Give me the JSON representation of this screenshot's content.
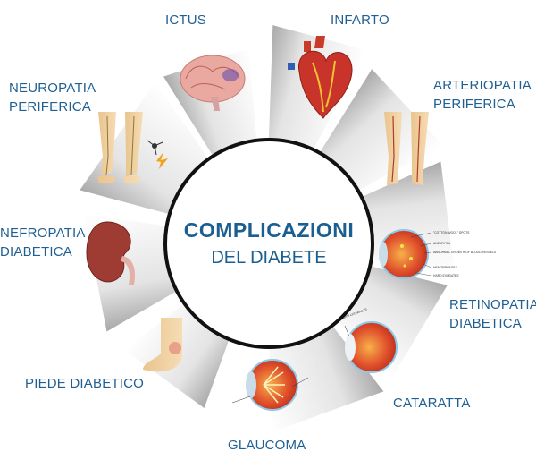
{
  "title": {
    "line1": "COMPLICAZIONI",
    "line2": "DEL DIABETE"
  },
  "complications": [
    {
      "id": "ictus",
      "label": "ICTUS",
      "icon": "brain-icon"
    },
    {
      "id": "infarto",
      "label": "INFARTO",
      "icon": "heart-icon"
    },
    {
      "id": "arteriopatia",
      "label_lines": [
        "ARTERIOPATIA",
        "PERIFERICA"
      ],
      "icon": "legs-arteries-icon"
    },
    {
      "id": "retinopatia",
      "label_lines": [
        "RETINOPATIA",
        "DIABETICA"
      ],
      "icon": "retina-eye-icon"
    },
    {
      "id": "cataratta",
      "label": "CATARATTA",
      "icon": "cataract-eye-icon"
    },
    {
      "id": "glaucoma",
      "label": "GLAUCOMA",
      "icon": "glaucoma-eye-icon"
    },
    {
      "id": "piede",
      "label": "PIEDE DIABETICO",
      "icon": "foot-icon"
    },
    {
      "id": "nefropatia",
      "label_lines": [
        "NEFROPATIA",
        "DIABETICA"
      ],
      "icon": "kidney-icon"
    },
    {
      "id": "neuropatia",
      "label_lines": [
        "NEUROPATIA",
        "PERIFERICA"
      ],
      "icon": "legs-nerves-icon"
    }
  ],
  "retina_annotations": [
    "\"COTTON WOOL\" SPOTS",
    "ANEURYSM",
    "ABNORMAL GROWTH OF BLOOD VESSELS",
    "HEMORRHAGES",
    "HARD EXUDATES"
  ],
  "cataract_annotation": "LENS WITH CATARACTS",
  "colors": {
    "label": "#1f5f92",
    "title": "#1b5e91",
    "ring": "#111111"
  }
}
